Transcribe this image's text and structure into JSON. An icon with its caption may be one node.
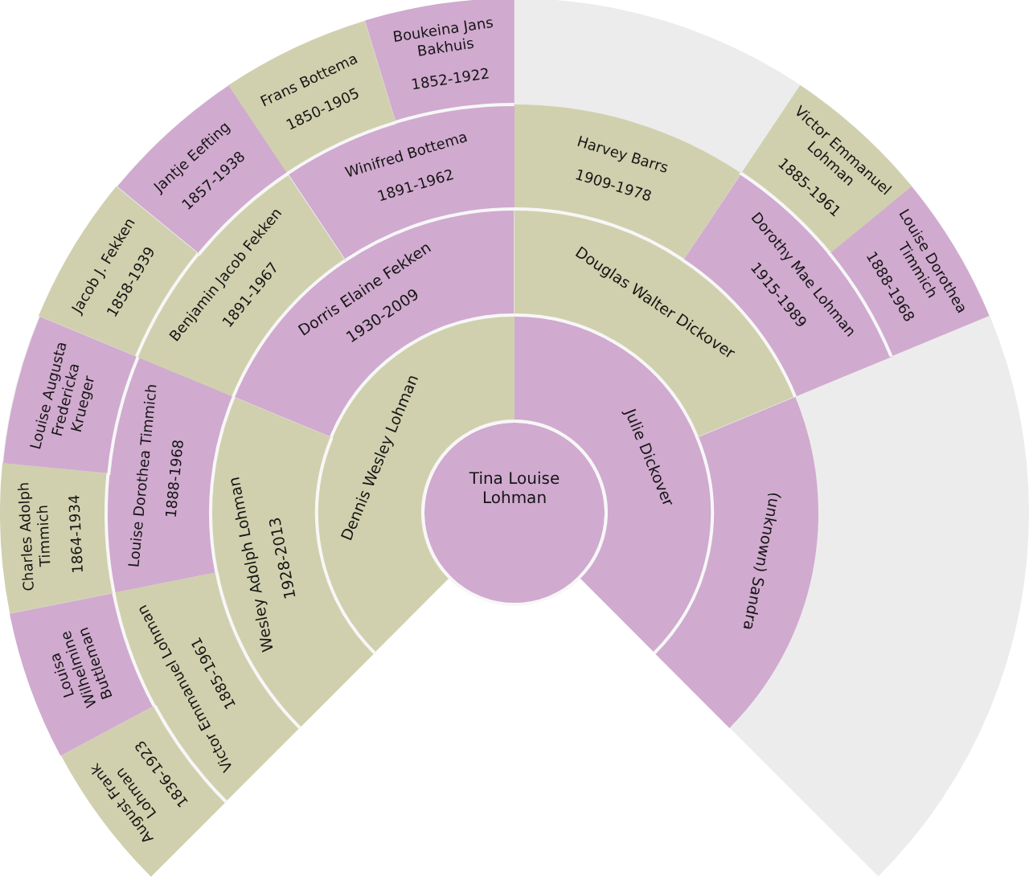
{
  "diagram": {
    "nodes": [
      {
        "text": [
          "Tina Louise Lohman"
        ]
      },
      {
        "text": [
          "Dennis Wesley Lohman"
        ]
      },
      {
        "text": [
          "Julie Dickover"
        ]
      },
      {
        "text": [
          "Wesley Adolph Lohman",
          "1928-2013"
        ]
      },
      {
        "text": [
          "Dorris Elaine Fekken",
          "1930-2009"
        ]
      },
      {
        "text": [
          "Douglas Walter Dickover"
        ]
      },
      {
        "text": [
          "(unknown) Sandra"
        ]
      },
      {
        "text": [
          "Victor Emmanuel Lohman",
          "1885-1961"
        ]
      },
      {
        "text": [
          "Louise Dorothea Timmich",
          "1888-1968"
        ]
      },
      {
        "text": [
          "Benjamin Jacob Fekken",
          "1891-1967"
        ]
      },
      {
        "text": [
          "Winifred Bottema",
          "1891-1962"
        ]
      },
      {
        "text": [
          "Harvey Barrs",
          "1909-1978"
        ]
      },
      {
        "text": [
          "Dorothy Mae Lohman",
          "1915-1989"
        ]
      },
      {
        "text": [
          "August Frank Lohman",
          "1836-1923"
        ]
      },
      {
        "text": [
          "Louisa Wilhelmine Buttleman"
        ]
      },
      {
        "text": [
          "Charles Adolph Timmich",
          "1864-1934"
        ]
      },
      {
        "text": [
          "Louise Augusta Fredericka Krueger"
        ]
      },
      {
        "text": [
          "Jacob J. Fekken",
          "1858-1939"
        ]
      },
      {
        "text": [
          "Jantje Eefting",
          "1857-1938"
        ]
      },
      {
        "text": [
          "Frans Bottema",
          "1850-1905"
        ]
      },
      {
        "text": [
          "Boukeina Jans Bakhuis",
          "1852-1922"
        ]
      },
      {
        "text": [
          "Victor Emmanuel Lohman",
          "1885-1961"
        ]
      },
      {
        "text": [
          "Louise Dorothea Timmich",
          "1888-1968"
        ]
      }
    ]
  }
}
